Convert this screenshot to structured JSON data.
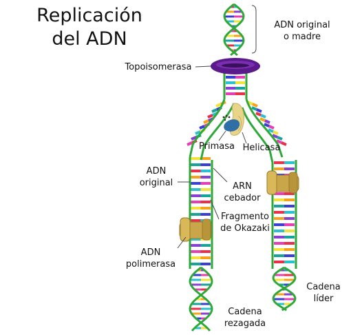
{
  "title": {
    "line1": "Replicación",
    "line2": "del ADN"
  },
  "labels": {
    "parent_dna": {
      "line1": "ADN original",
      "line2": "o madre"
    },
    "topoisomerase": "Topoisomerasa",
    "primase": "Primasa",
    "helicase": "Helicasa",
    "original_dna": {
      "line1": "ADN",
      "line2": "original"
    },
    "rna_primer": {
      "line1": "ARN",
      "line2": "cebador"
    },
    "okazaki_fragment": {
      "line1": "Fragmento",
      "line2": "de Okazaki"
    },
    "dna_polymerase": {
      "line1": "ADN",
      "line2": "polimerasa"
    },
    "leading_strand": {
      "line1": "Cadena",
      "line2": "líder"
    },
    "lagging_strand": {
      "line1": "Cadena",
      "line2": "rezagada"
    }
  },
  "colors": {
    "backbone": "#2fa83a",
    "base_pairs": [
      "#e8304a",
      "#f7a21b",
      "#3a3fd4",
      "#2bbfd0",
      "#8a3fd0",
      "#e63fb4",
      "#f3e23a",
      "#18a39a"
    ],
    "topoisomerase": "#5b1a8c",
    "polymerase": "#c9a64a",
    "helicase": "#e8d58a",
    "primase": "#2f6fa6"
  }
}
